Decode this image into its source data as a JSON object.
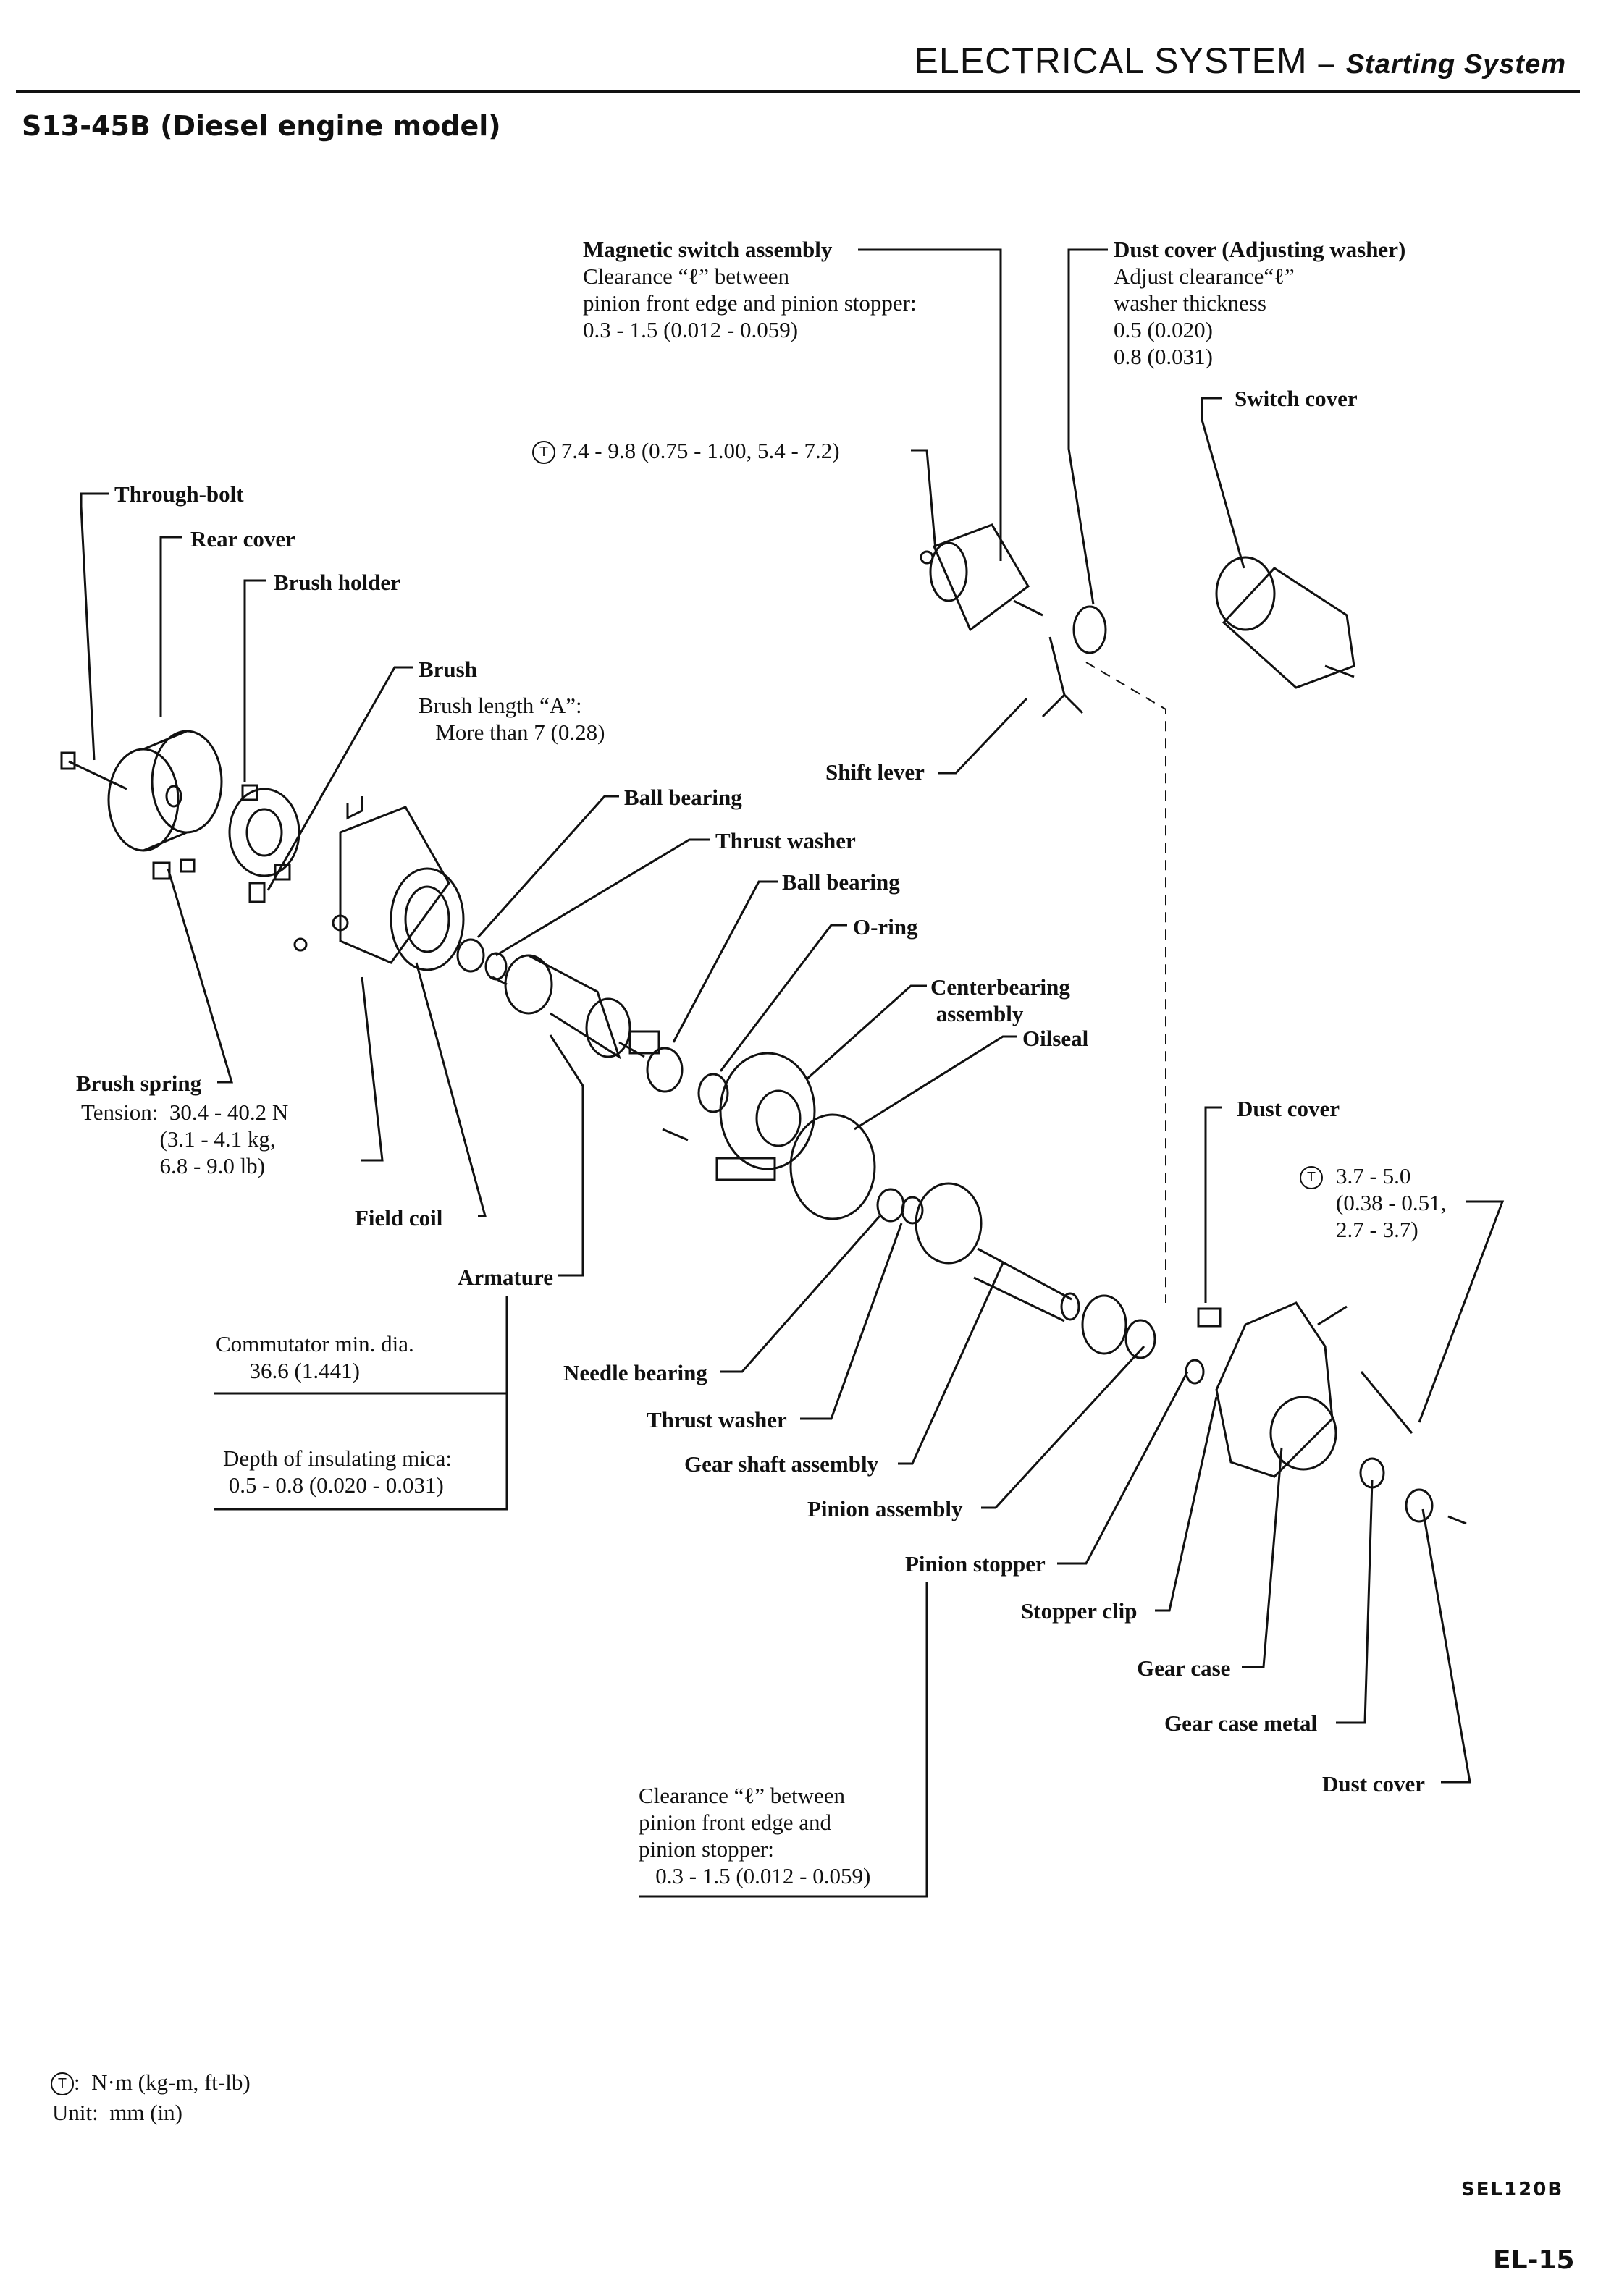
{
  "header": {
    "title": "ELECTRICAL SYSTEM",
    "separator": "–",
    "subtitle": "Starting System"
  },
  "section_title": "S13-45B (Diesel engine model)",
  "torque_symbol": "T",
  "labels": {
    "magnetic_switch": "Magnetic switch assembly",
    "magnetic_switch_note": "Clearance “ℓ” between\npinion front edge and pinion stopper:\n0.3 - 1.5 (0.012 - 0.059)",
    "dust_cover_adj": "Dust cover (Adjusting washer)",
    "dust_cover_adj_note": "Adjust clearance“ℓ”\nwasher thickness\n0.5 (0.020)\n0.8 (0.031)",
    "switch_cover": "Switch cover",
    "torque_switch": "7.4 - 9.8 (0.75 - 1.00, 5.4 - 7.2)",
    "through_bolt": "Through-bolt",
    "rear_cover": "Rear cover",
    "brush_holder": "Brush holder",
    "brush": "Brush",
    "brush_note": "Brush length “A”:\n   More than 7 (0.28)",
    "shift_lever": "Shift lever",
    "ball_bearing_1": "Ball bearing",
    "thrust_washer_1": "Thrust washer",
    "ball_bearing_2": "Ball bearing",
    "o_ring": "O-ring",
    "centerbearing": "Centerbearing\n assembly",
    "oilseal": "Oilseal",
    "brush_spring": "Brush spring",
    "brush_spring_note": "Tension:  30.4 - 40.2 N\n              (3.1 - 4.1 kg,\n              6.8 - 9.0 lb)",
    "field_coil": "Field coil",
    "armature": "Armature",
    "dust_cover_2": "Dust cover",
    "torque_gear": "3.7 - 5.0\n(0.38 - 0.51,\n2.7 - 3.7)",
    "commutator": "Commutator min. dia.\n      36.6 (1.441)",
    "mica": "Depth of insulating mica:\n 0.5 - 0.8 (0.020 - 0.031)",
    "needle_bearing": "Needle bearing",
    "thrust_washer_2": "Thrust washer",
    "gear_shaft": "Gear shaft assembly",
    "pinion_assembly": "Pinion assembly",
    "pinion_stopper": "Pinion stopper",
    "stopper_clip": "Stopper clip",
    "gear_case": "Gear case",
    "gear_case_metal": "Gear case metal",
    "dust_cover_3": "Dust cover",
    "clearance_note": "Clearance “ℓ” between\npinion front edge and\npinion stopper:\n   0.3 - 1.5 (0.012 - 0.059)"
  },
  "legend": {
    "torque_unit": ":  N·m (kg-m, ft-lb)",
    "unit": "Unit:  mm (in)"
  },
  "figure_code": "SEL120B",
  "page_number": "EL-15"
}
